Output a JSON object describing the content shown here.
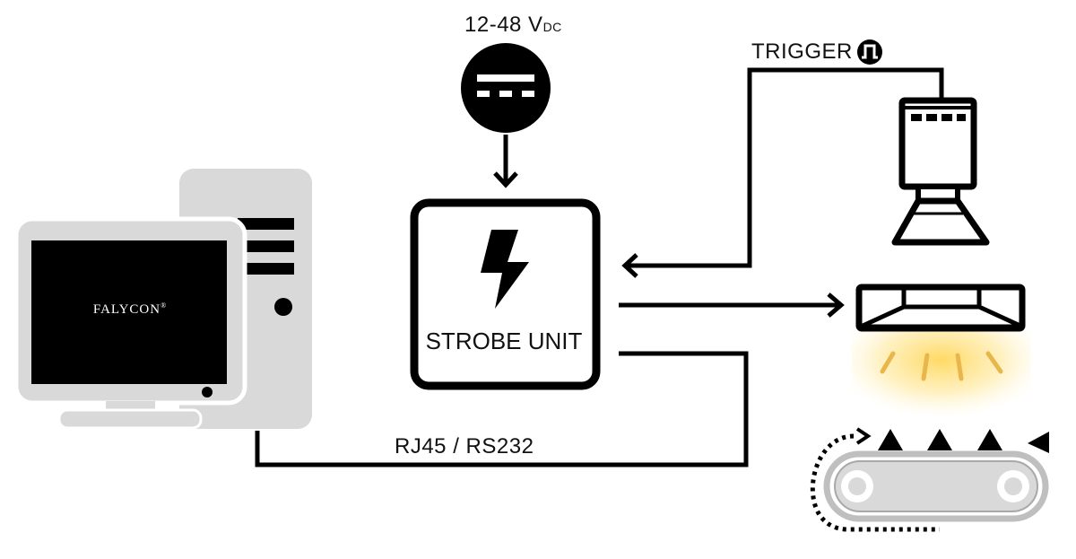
{
  "power": {
    "label_main": "12-48 V",
    "label_sub": "DC"
  },
  "trigger": {
    "label": "TRIGGER"
  },
  "strobe": {
    "label": "STROBE UNIT"
  },
  "connection": {
    "label": "RJ45 / RS232"
  },
  "computer": {
    "brand": "FALYCON",
    "brand_mark": "®"
  },
  "colors": {
    "line": "#000000",
    "device_gray": "#d9d9d9",
    "screen": "#000000",
    "glow": "#ffd75a",
    "ray": "#e8b64a"
  },
  "icons": [
    "dc-power-icon",
    "lightning-icon",
    "trigger-pulse-icon",
    "camera-icon",
    "light-bar-icon",
    "conveyor-icon",
    "computer-icon"
  ]
}
